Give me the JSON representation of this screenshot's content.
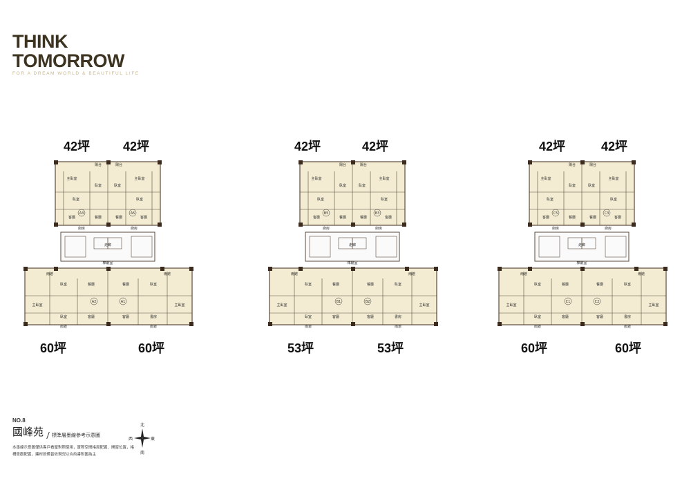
{
  "brand": {
    "line1": "THINK",
    "line2": "TOMORROW",
    "tagline": "FOR A DREAM WORLD & BEAUTIFUL LIFE"
  },
  "plans": [
    {
      "top_left_size": "42坪",
      "top_right_size": "42坪",
      "bottom_left_size": "60坪",
      "bottom_right_size": "60坪",
      "units": [
        "A3",
        "A5",
        "A2",
        "A1"
      ],
      "rooms": {
        "master": "主臥室",
        "bedroom": "臥室",
        "living": "客廳",
        "dining": "餐廳",
        "kitchen": "廚房",
        "balcony": "陽台",
        "study": "書房",
        "corridor": "走廊",
        "lobby": "梯廳室",
        "baywindow": "雨遮"
      }
    },
    {
      "top_left_size": "42坪",
      "top_right_size": "42坪",
      "bottom_left_size": "53坪",
      "bottom_right_size": "53坪",
      "units": [
        "B5",
        "B3",
        "B1",
        "B2"
      ],
      "rooms": {
        "master": "主臥室",
        "bedroom": "臥室",
        "living": "客廳",
        "dining": "餐廳",
        "kitchen": "廚房",
        "balcony": "陽台",
        "study": "書房",
        "corridor": "走廊",
        "lobby": "梯廳室",
        "baywindow": "雨遮"
      }
    },
    {
      "top_left_size": "42坪",
      "top_right_size": "42坪",
      "bottom_left_size": "60坪",
      "bottom_right_size": "60坪",
      "units": [
        "C5",
        "C3",
        "C1",
        "C2"
      ],
      "rooms": {
        "master": "主臥室",
        "bedroom": "臥室",
        "living": "客廳",
        "dining": "餐廳",
        "kitchen": "廚房",
        "balcony": "陽台",
        "study": "書房",
        "corridor": "走廊",
        "lobby": "梯廳室",
        "baywindow": "雨遮"
      }
    }
  ],
  "legend": {
    "number": "NO.8",
    "name": "國峰苑",
    "subtitle": "標準層墨線參考示意圖",
    "note": "本墨線示意圖僅供客戶看屋對照使用，實際空間格局配置、開窗位置，格柵景觀配置，建材設備皆依現況以合約書附圖為主",
    "compass": {
      "north": "北",
      "south": "南",
      "east": "東",
      "west": "西"
    }
  },
  "colors": {
    "floor": "#f3ecd2",
    "wall": "#5a4a3a",
    "pillar": "#3b2a1e",
    "brand": "#3c3421"
  }
}
